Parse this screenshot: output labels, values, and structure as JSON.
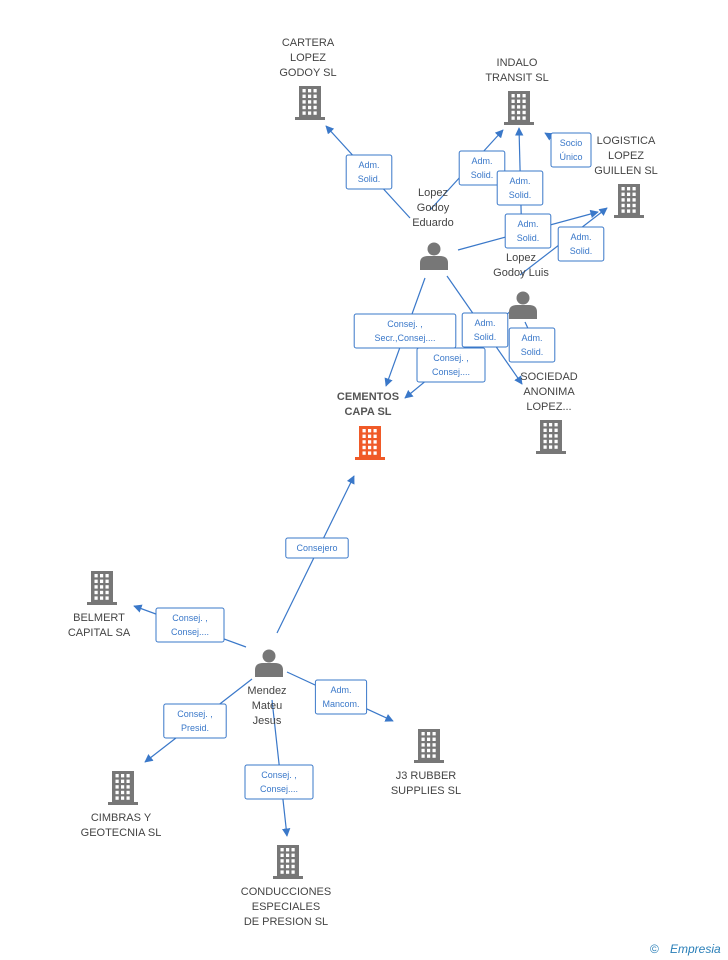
{
  "colors": {
    "edge": "#3a78c9",
    "node": "#777777",
    "highlight": "#f05a28",
    "label": "#444444"
  },
  "nodes": [
    {
      "id": "cementos",
      "type": "company",
      "highlight": true,
      "lines": [
        "CEMENTOS",
        "CAPA SL"
      ]
    },
    {
      "id": "cartera",
      "type": "company",
      "lines": [
        "CARTERA",
        "LOPEZ",
        "GODOY SL"
      ]
    },
    {
      "id": "indalo",
      "type": "company",
      "lines": [
        "INDALO",
        "TRANSIT SL"
      ]
    },
    {
      "id": "logistica",
      "type": "company",
      "lines": [
        "LOGISTICA",
        "LOPEZ",
        "GUILLEN SL"
      ]
    },
    {
      "id": "eduardo",
      "type": "person",
      "lines": [
        "Lopez",
        "Godoy",
        "Eduardo"
      ]
    },
    {
      "id": "luis",
      "type": "person",
      "lines": [
        "Lopez",
        "Godoy Luis"
      ]
    },
    {
      "id": "sociedad",
      "type": "company",
      "lines": [
        "SOCIEDAD",
        "ANONIMA",
        "LOPEZ..."
      ]
    },
    {
      "id": "belmert",
      "type": "company",
      "lines": [
        "BELMERT",
        "CAPITAL SA"
      ]
    },
    {
      "id": "mendez",
      "type": "person",
      "lines": [
        "Mendez",
        "Mateu",
        "Jesus"
      ]
    },
    {
      "id": "j3",
      "type": "company",
      "lines": [
        "J3 RUBBER",
        "SUPPLIES  SL"
      ]
    },
    {
      "id": "cimbras",
      "type": "company",
      "lines": [
        "CIMBRAS Y",
        "GEOTECNIA  SL"
      ]
    },
    {
      "id": "conducciones",
      "type": "company",
      "lines": [
        "CONDUCCIONES",
        "ESPECIALES",
        "DE PRESION  SL"
      ]
    }
  ],
  "edges": [
    {
      "from": "eduardo",
      "to": "cartera",
      "label": [
        "Adm.",
        "Solid."
      ]
    },
    {
      "from": "eduardo",
      "to": "indalo",
      "label": [
        "Adm.",
        "Solid."
      ]
    },
    {
      "from": "luis",
      "to": "indalo",
      "label": [
        "Adm.",
        "Solid."
      ]
    },
    {
      "from": "logistica",
      "to": "indalo",
      "label": [
        "Socio",
        "Único"
      ]
    },
    {
      "from": "eduardo",
      "to": "logistica",
      "label": [
        "Adm.",
        "Solid."
      ]
    },
    {
      "from": "luis",
      "to": "logistica",
      "label": [
        "Adm.",
        "Solid."
      ]
    },
    {
      "from": "eduardo",
      "to": "cementos",
      "label": [
        "Consej. ,",
        "Secr.,Consej...."
      ]
    },
    {
      "from": "luis",
      "to": "cementos",
      "label": [
        "Consej. ,",
        "Consej...."
      ]
    },
    {
      "from": "eduardo",
      "to": "sociedad",
      "label": [
        "Adm.",
        "Solid."
      ]
    },
    {
      "from": "luis",
      "to": "sociedad",
      "label": [
        "Adm.",
        "Solid."
      ]
    },
    {
      "from": "mendez",
      "to": "cementos",
      "label": [
        "Consejero"
      ]
    },
    {
      "from": "mendez",
      "to": "belmert",
      "label": [
        "Consej. ,",
        "Consej...."
      ]
    },
    {
      "from": "mendez",
      "to": "j3",
      "label": [
        "Adm.",
        "Mancom."
      ]
    },
    {
      "from": "mendez",
      "to": "cimbras",
      "label": [
        "Consej. ,",
        "Presid."
      ]
    },
    {
      "from": "mendez",
      "to": "conducciones",
      "label": [
        "Consej. ,",
        "Consej...."
      ]
    }
  ],
  "footer": {
    "copyright": "©",
    "brand": "Empresia"
  }
}
